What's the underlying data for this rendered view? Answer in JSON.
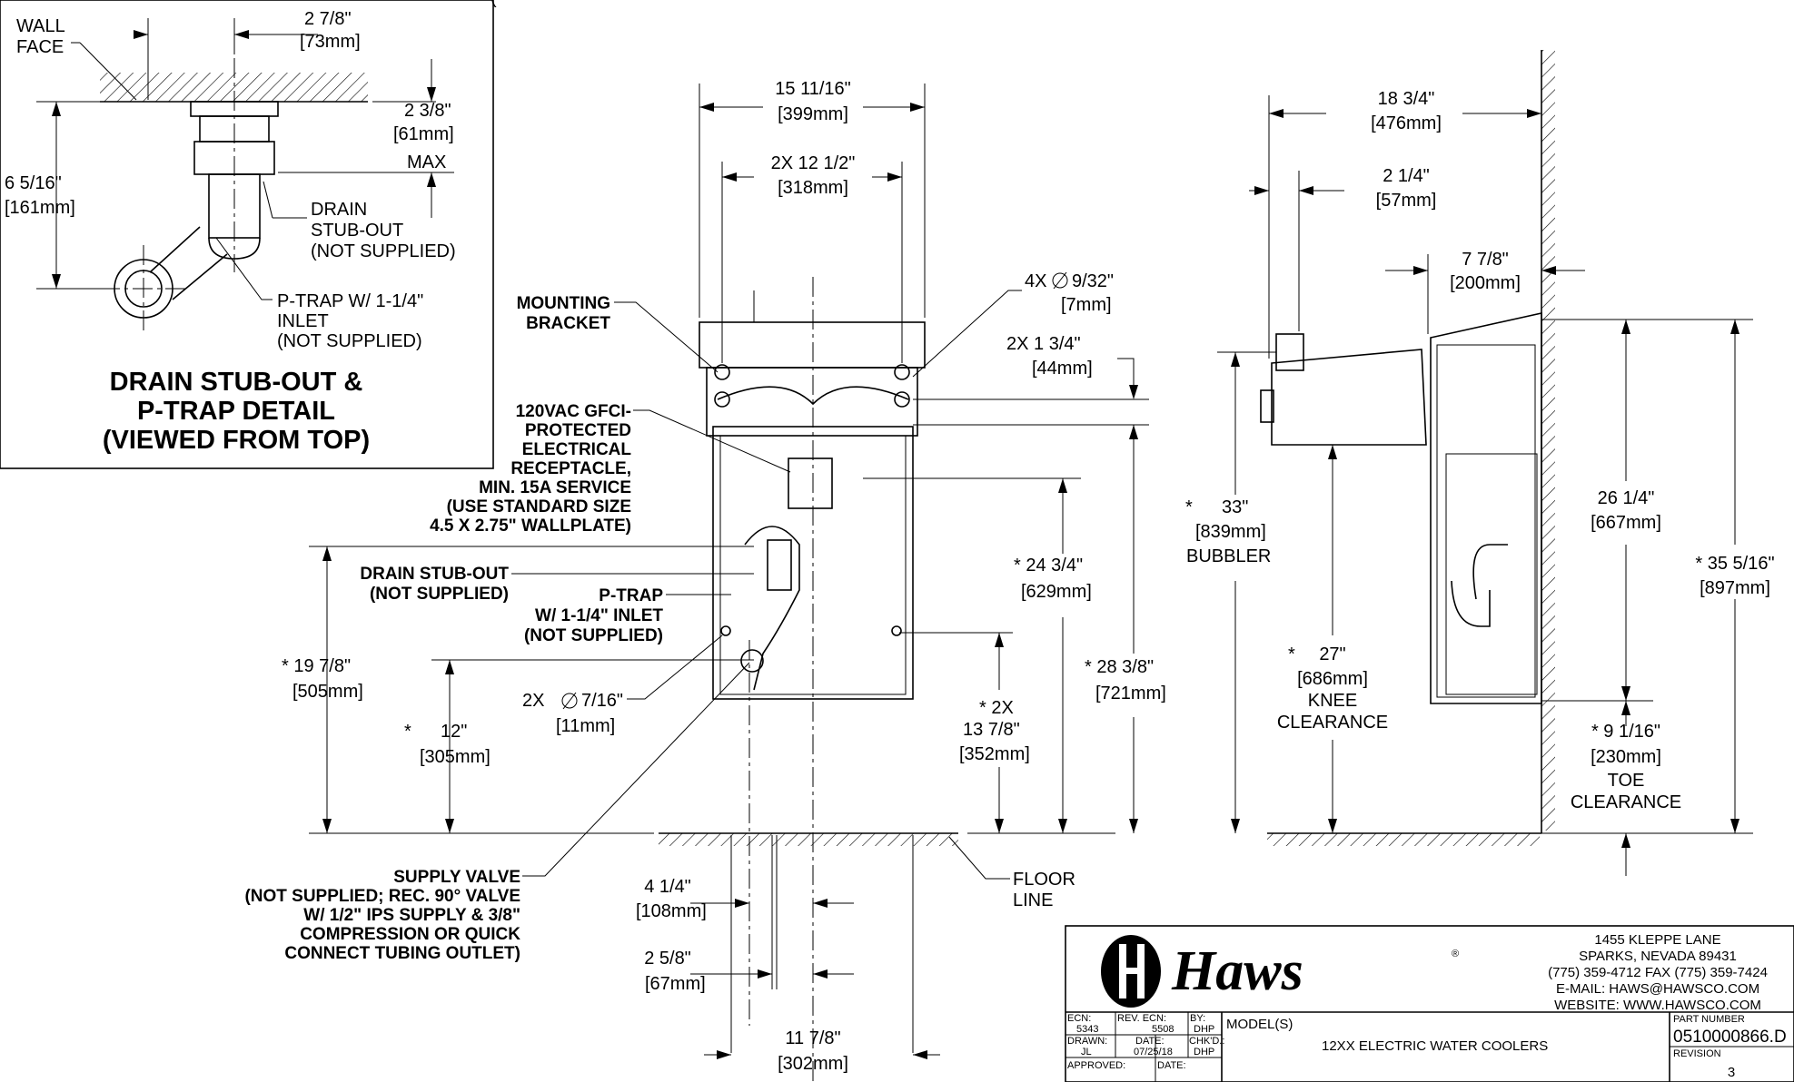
{
  "top_note": "(",
  "detail": {
    "title_lines": [
      "DRAIN STUB-OUT &",
      "P-TRAP DETAIL",
      "(VIEWED FROM TOP)"
    ],
    "wall_face": [
      "WALL",
      "FACE"
    ],
    "dim_offset": [
      "2 7/8\"",
      "[73mm]"
    ],
    "dim_stub": [
      "2 3/8\"",
      "[61mm]",
      "MAX"
    ],
    "dim_height": [
      "6 5/16\"",
      "[161mm]"
    ],
    "drain_label": [
      "DRAIN",
      "STUB-OUT",
      "(NOT SUPPLIED)"
    ],
    "ptrap_label": [
      "P-TRAP W/ 1-1/4\"",
      "INLET",
      "(NOT SUPPLIED)"
    ]
  },
  "front": {
    "width_overall": [
      "15 11/16\"",
      "[399mm]"
    ],
    "width_mount": [
      "2X  12 1/2\"",
      "[318mm]"
    ],
    "mounting_bracket": [
      "MOUNTING",
      "BRACKET"
    ],
    "receptacle": [
      "120VAC GFCI-",
      "PROTECTED",
      "ELECTRICAL",
      "RECEPTACLE,",
      "MIN. 15A SERVICE",
      "(USE STANDARD SIZE",
      "4.5 X 2.75\" WALLPLATE)"
    ],
    "drain_stub": [
      "DRAIN STUB-OUT",
      "(NOT SUPPLIED)"
    ],
    "ptrap": [
      "P-TRAP",
      "W/ 1-1/4\" INLET",
      "(NOT SUPPLIED)"
    ],
    "holes_top": [
      "4X",
      "9/32\"",
      "[7mm]"
    ],
    "bracket_spacing": [
      "2X  1 3/4\"",
      "[44mm]"
    ],
    "holes_bottom": [
      "2X",
      "7/16\"",
      "[11mm]"
    ],
    "dim_drain_h": [
      "*  19 7/8\"",
      "[505mm]"
    ],
    "dim_supply_h": [
      "*",
      "12\"",
      "[305mm]"
    ],
    "dim_recept_h": [
      "*  24 3/4\"",
      "[629mm]"
    ],
    "dim_top_h": [
      "*  28 3/8\"",
      "[721mm]"
    ],
    "dim_lower_h": [
      "* 2X",
      "13 7/8\"",
      "[352mm]"
    ],
    "supply_valve": [
      "SUPPLY VALVE",
      "(NOT SUPPLIED; REC. 90° VALVE",
      "W/ 1/2\" IPS SUPPLY & 3/8\"",
      "COMPRESSION OR QUICK",
      "CONNECT TUBING OUTLET)"
    ],
    "floor_line": [
      "FLOOR",
      "LINE"
    ],
    "dim_4_1_4": [
      "4 1/4\"",
      "[108mm]"
    ],
    "dim_2_5_8": [
      "2 5/8\"",
      "[67mm]"
    ],
    "dim_11_7_8": [
      "11 7/8\"",
      "[302mm]"
    ]
  },
  "side": {
    "depth": [
      "18 3/4\"",
      "[476mm]"
    ],
    "bubbler_offset": [
      "2 1/4\"",
      "[57mm]"
    ],
    "body_depth": [
      "7 7/8\"",
      "[200mm]"
    ],
    "bubbler_h": [
      "*",
      "33\"",
      "[839mm]",
      "BUBBLER"
    ],
    "knee": [
      "*",
      "27\"",
      "[686mm]",
      "KNEE",
      "CLEARANCE"
    ],
    "body_h": [
      "26 1/4\"",
      "[667mm]"
    ],
    "overall_h": [
      "* 35 5/16\"",
      "[897mm]"
    ],
    "toe": [
      "*  9 1/16\"",
      "[230mm]",
      "TOE",
      "CLEARANCE"
    ]
  },
  "title_block": {
    "brand": "Haws",
    "registered": "®",
    "address": [
      "1455 KLEPPE LANE",
      "SPARKS, NEVADA  89431",
      "(775) 359-4712  FAX (775) 359-7424",
      "E-MAIL:  HAWS@HAWSCO.COM",
      "WEBSITE: WWW.HAWSCO.COM"
    ],
    "ecn_label": "ECN:",
    "ecn": "5343",
    "rev_ecn_label": "REV. ECN:",
    "rev_ecn": "5508",
    "by_label": "BY:",
    "by": "DHP",
    "drawn_label": "DRAWN:",
    "drawn": "JL",
    "date_label": "DATE:",
    "date": "07/25/18",
    "chkd_label": "CHK'D.:",
    "chkd": "DHP",
    "approved_label": "APPROVED:",
    "date2_label": "DATE:",
    "model_label": "MODEL(S)",
    "model": "12XX ELECTRIC WATER COOLERS",
    "part_label": "PART NUMBER",
    "part": "0510000866.D",
    "rev_label": "REVISION",
    "rev": "3"
  }
}
